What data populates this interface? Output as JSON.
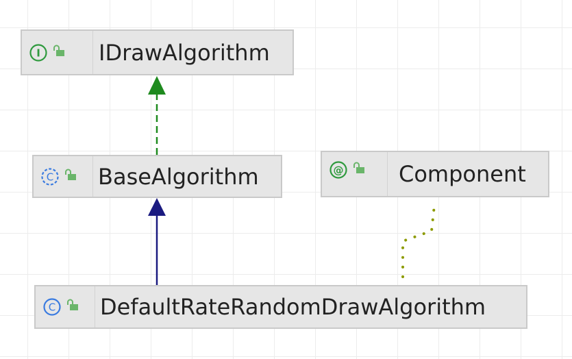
{
  "nodes": {
    "idraw": {
      "name": "IDrawAlgorithm",
      "kind": "interface",
      "kind_glyph": "I"
    },
    "base": {
      "name": "BaseAlgorithm",
      "kind": "abstract-class",
      "kind_glyph": "C"
    },
    "component": {
      "name": "Component",
      "kind": "annotation",
      "kind_glyph": "@"
    },
    "defaultrate": {
      "name": "DefaultRateRandomDrawAlgorithm",
      "kind": "class",
      "kind_glyph": "C"
    }
  },
  "edges": [
    {
      "from": "base",
      "to": "idraw",
      "type": "implements"
    },
    {
      "from": "defaultrate",
      "to": "base",
      "type": "extends"
    },
    {
      "from": "defaultrate",
      "to": "component",
      "type": "annotated-with"
    }
  ],
  "colors": {
    "implements": "#1e8a1e",
    "extends": "#1a1a80",
    "annotated_with": "#8c9a00",
    "interface_icon": "#2f9a3e",
    "class_icon": "#3a7be0",
    "annotation_icon": "#2f9a3e",
    "visibility_icon": "#6ab56a"
  },
  "icons": {
    "visibility": "unlocked-padlock-icon"
  }
}
